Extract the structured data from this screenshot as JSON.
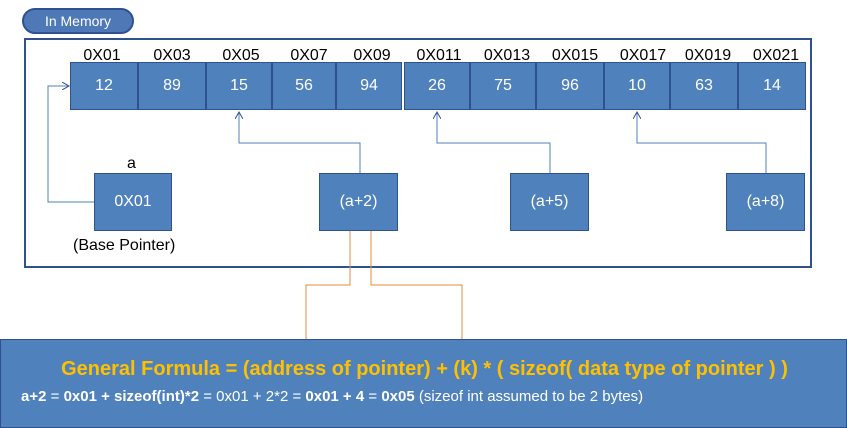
{
  "label": "In Memory",
  "addresses": [
    "0X01",
    "0X03",
    "0X05",
    "0X07",
    "0X09",
    "0X011",
    "0X013",
    "0X015",
    "0X017",
    "0X019",
    "0X021"
  ],
  "values": [
    "12",
    "89",
    "15",
    "56",
    "94",
    "26",
    "75",
    "96",
    "10",
    "63",
    "14"
  ],
  "pointer_name": "a",
  "base_pointer": {
    "value": "0X01",
    "caption": "(Base Pointer)"
  },
  "offsets": [
    "(a+2)",
    "(a+5)",
    "(a+8)"
  ],
  "formula": {
    "headline": "General Formula = (address of pointer) + (k) * ( sizeof( data type of pointer ) )",
    "line2": {
      "p1": "a+2",
      "p2": " = ",
      "p3": "0x01",
      "p4": "  + sizeof(int)*2",
      "p5": " = 0x01 + 2*2 = ",
      "p6": "0x01 + 4",
      "p7": " = ",
      "p8": "0x05",
      "p9": " (sizeof int assumed to be 2 bytes)"
    }
  },
  "colors": {
    "box": "#4f81bd",
    "border": "#2f528f",
    "highlight": "#ffc000",
    "connector": "#e58e3a"
  }
}
